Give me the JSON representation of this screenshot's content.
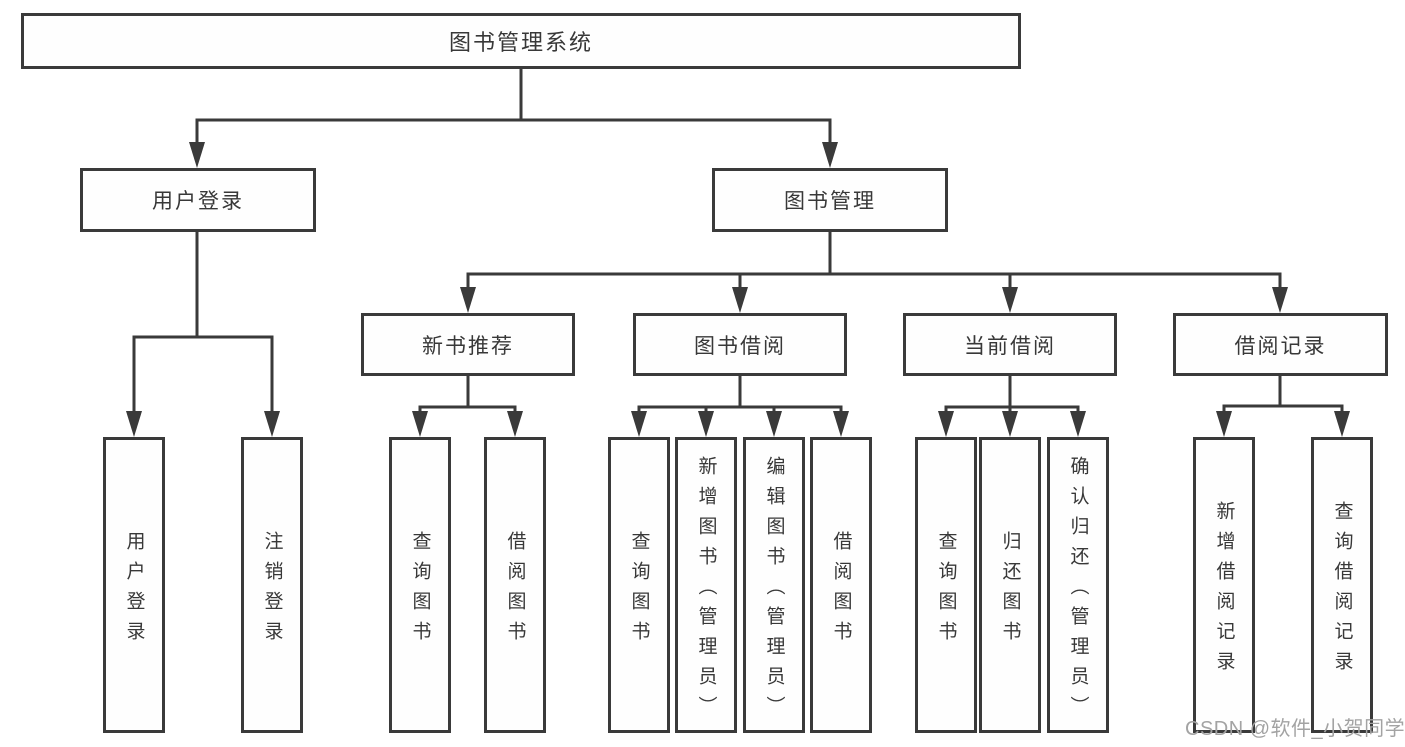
{
  "diagram": {
    "title": "图书管理系统",
    "colors": {
      "line": "#3a3a3a",
      "box_border": "#3a3a3a",
      "box_fill": "#fefefe",
      "text": "#383838",
      "watermark": "#a3a3a3"
    },
    "tree": {
      "root": {
        "label": "图书管理系统"
      },
      "level2": [
        {
          "label": "用户登录"
        },
        {
          "label": "图书管理"
        }
      ],
      "level3": [
        {
          "label": "新书推荐"
        },
        {
          "label": "图书借阅"
        },
        {
          "label": "当前借阅"
        },
        {
          "label": "借阅记录"
        }
      ],
      "leaves": {
        "user_login": [
          {
            "label": "用户登录"
          },
          {
            "label": "注销登录"
          }
        ],
        "new_book_recommend": [
          {
            "label": "查询图书"
          },
          {
            "label": "借阅图书"
          }
        ],
        "book_borrow": [
          {
            "label": "查询图书"
          },
          {
            "label": "新增图书（管理员）"
          },
          {
            "label": "编辑图书（管理员）"
          },
          {
            "label": "借阅图书"
          }
        ],
        "current_borrow": [
          {
            "label": "查询图书"
          },
          {
            "label": "归还图书"
          },
          {
            "label": "确认归还（管理员）"
          }
        ],
        "borrow_record": [
          {
            "label": "新增借阅记录"
          },
          {
            "label": "查询借阅记录"
          }
        ]
      }
    },
    "watermark": {
      "text": "CSDN @软件_小贺同学"
    }
  }
}
